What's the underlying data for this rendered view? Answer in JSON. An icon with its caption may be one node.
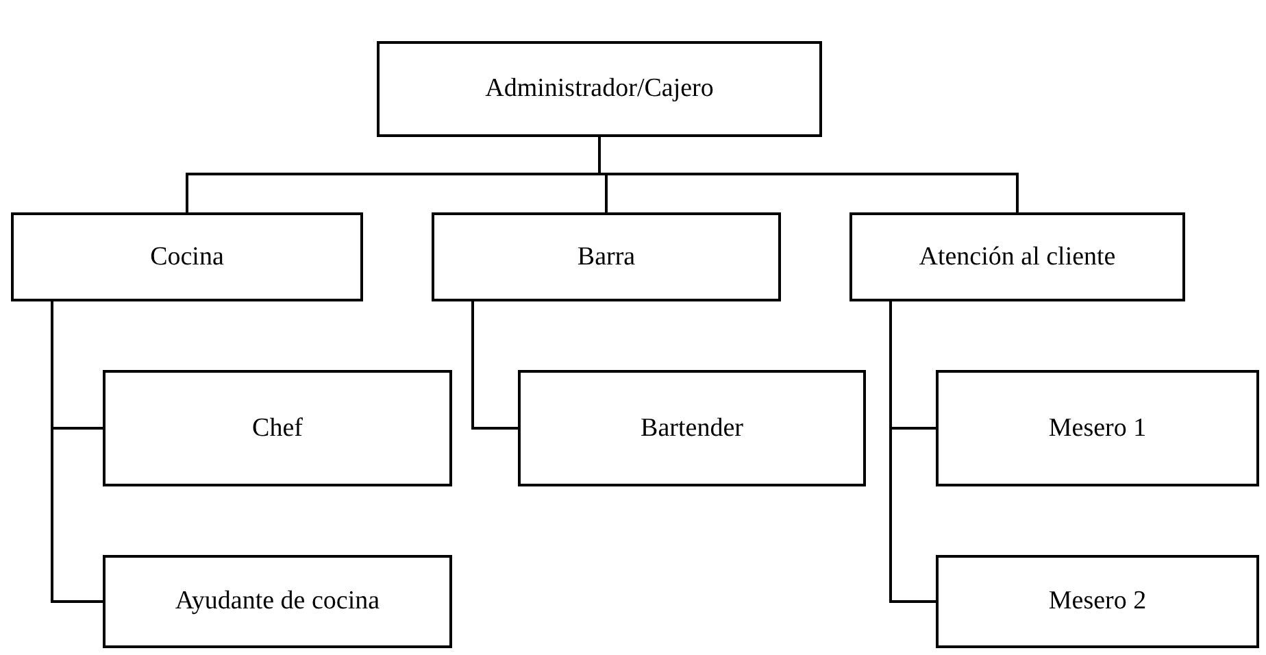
{
  "diagram": {
    "nodes": [
      {
        "text": [
          "Administrador/Cajero"
        ]
      },
      {
        "text": [
          "Cocina"
        ]
      },
      {
        "text": [
          "Barra"
        ]
      },
      {
        "text": [
          "Atención al cliente"
        ]
      },
      {
        "text": [
          "Chef"
        ]
      },
      {
        "text": [
          "Ayudante de cocina"
        ]
      },
      {
        "text": [
          "Bartender"
        ]
      },
      {
        "text": [
          "Mesero 1"
        ]
      },
      {
        "text": [
          "Mesero 2"
        ]
      }
    ],
    "edges": [
      {
        "from": 0,
        "to": 1,
        "arrow": "none"
      },
      {
        "from": 0,
        "to": 2,
        "arrow": "none"
      },
      {
        "from": 0,
        "to": 3,
        "arrow": "none"
      },
      {
        "from": 1,
        "to": 4,
        "arrow": "none"
      },
      {
        "from": 1,
        "to": 5,
        "arrow": "none"
      },
      {
        "from": 2,
        "to": 6,
        "arrow": "none"
      },
      {
        "from": 3,
        "to": 7,
        "arrow": "none"
      },
      {
        "from": 3,
        "to": 8,
        "arrow": "none"
      }
    ]
  }
}
